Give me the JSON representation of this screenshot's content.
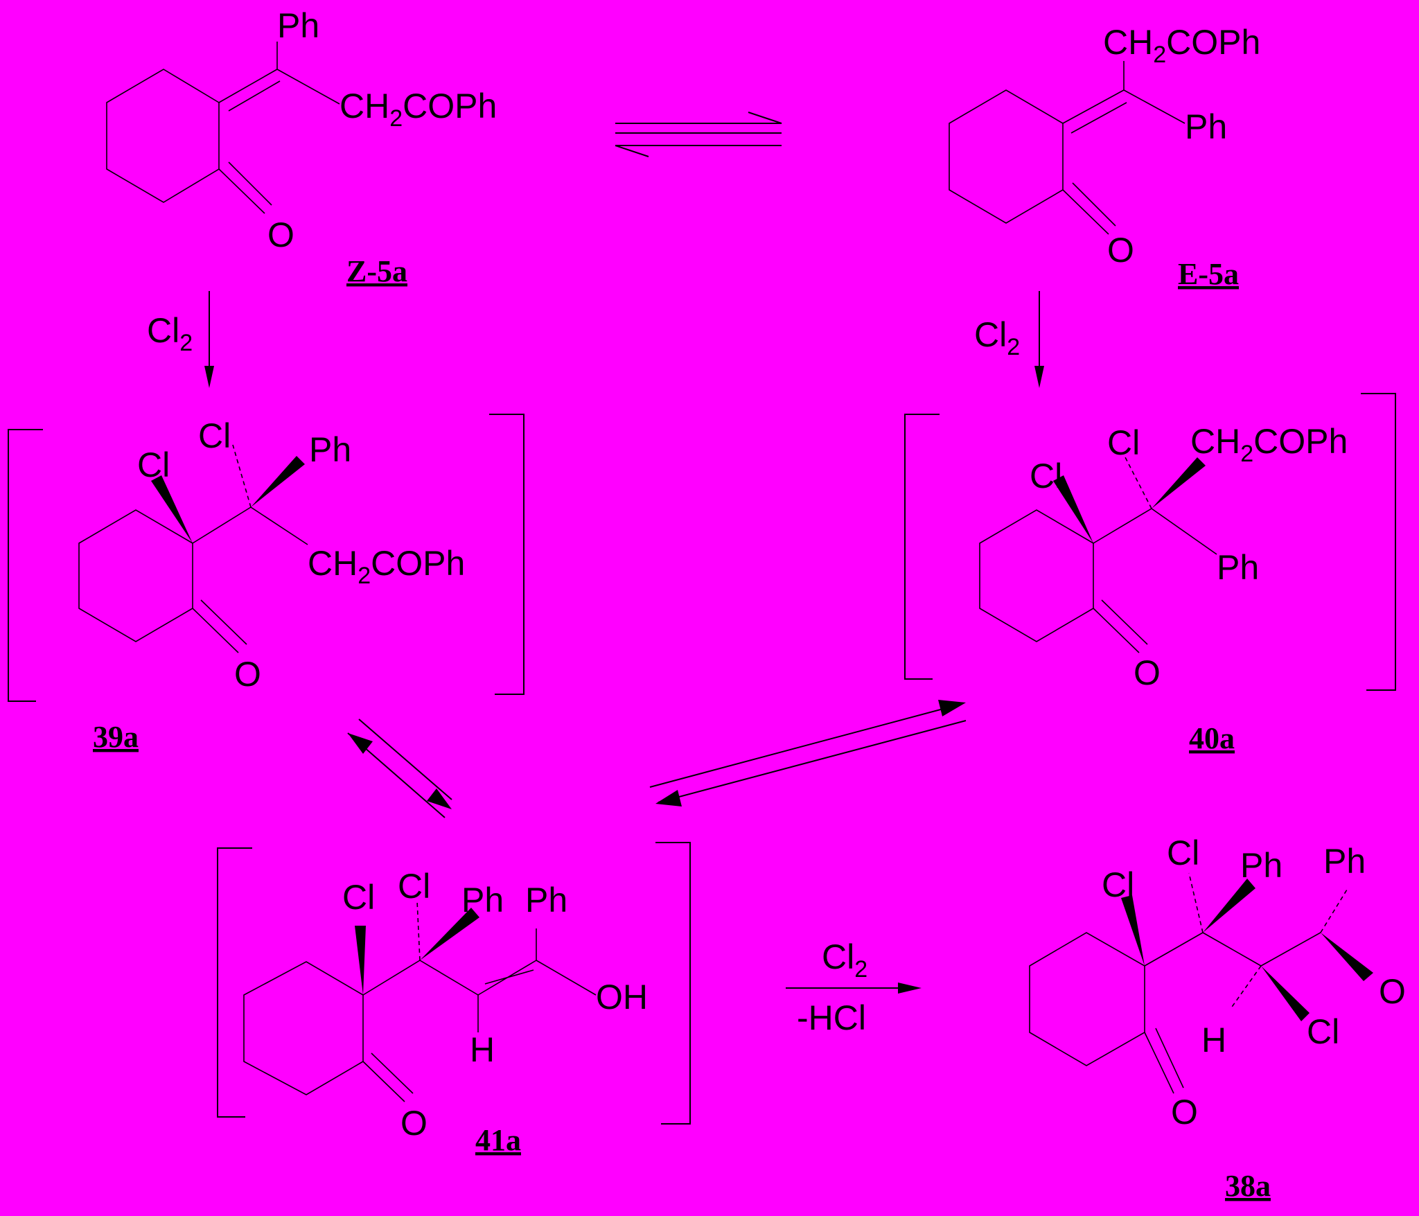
{
  "labels": {
    "ph": "Ph",
    "ch2": "CH",
    "sub2": "2",
    "cophstr": "COPh",
    "cl": "Cl",
    "o": "O",
    "oh": "OH",
    "h": "H",
    "hcl": "-HCl"
  },
  "compounds": {
    "z5a": "Z-5a",
    "e5a": "E-5a",
    "c39a": "39a",
    "c40a": "40a",
    "c41a": "41a",
    "c38a": "38a"
  }
}
